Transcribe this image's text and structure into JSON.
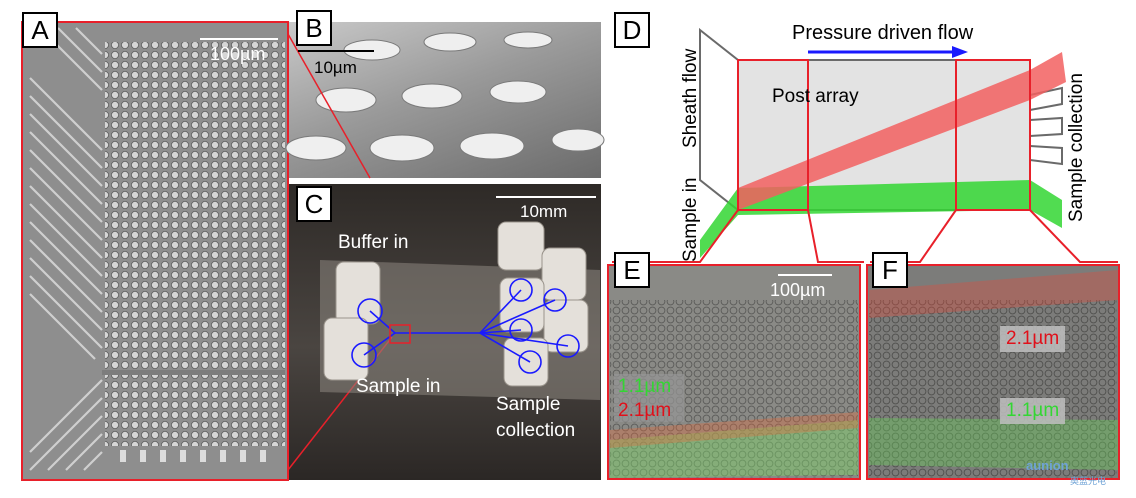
{
  "figure": {
    "panels": {
      "A": {
        "label": "A",
        "scale": "100µm"
      },
      "B": {
        "label": "B",
        "scale": "10µm"
      },
      "C": {
        "label": "C",
        "scale": "10mm",
        "buffer_in": "Buffer in",
        "sample_in": "Sample in",
        "sample_collection": "Sample\ncollection"
      },
      "D": {
        "label": "D",
        "pressure": "Pressure driven flow",
        "post_array": "Post array",
        "sheath_flow": "Sheath flow",
        "sample_in": "Sample in",
        "sample_collection": "Sample collection"
      },
      "E": {
        "label": "E",
        "scale": "100µm",
        "small": "1.1µm",
        "large": "2.1µm"
      },
      "F": {
        "label": "F",
        "large": "2.1µm",
        "small": "1.1µm"
      }
    },
    "watermark": {
      "brand": "aunion",
      "sub": "奥蓝光电"
    },
    "colors": {
      "red": "#e8202a",
      "green": "#33d633",
      "blue": "#1a1aff",
      "red_text": "#e0101a"
    }
  }
}
